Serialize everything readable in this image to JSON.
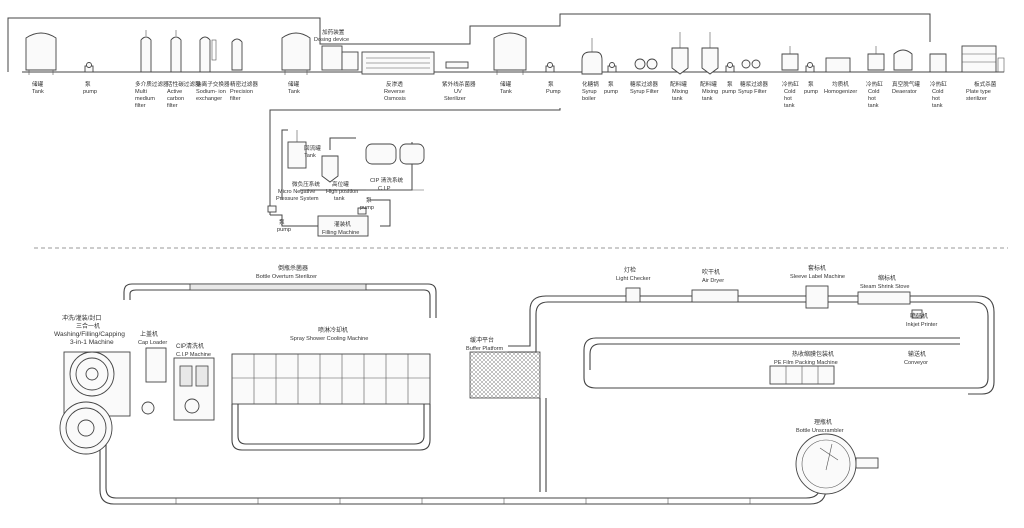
{
  "upper": {
    "equipment": [
      {
        "id": "tank1",
        "cn": "储罐",
        "en": [
          "Tank"
        ]
      },
      {
        "id": "pump1",
        "cn": "泵",
        "en": [
          "pump"
        ]
      },
      {
        "id": "mmf",
        "cn": "多介质过滤器",
        "en": [
          "Multi",
          "medium",
          "filter"
        ]
      },
      {
        "id": "acf",
        "cn": "活性碳过滤器",
        "en": [
          "Active",
          "carbon",
          "filter"
        ]
      },
      {
        "id": "sie",
        "cn": "钠离子交换器",
        "en": [
          "Sodium- ion",
          "exchanger"
        ]
      },
      {
        "id": "pf",
        "cn": "精密过滤器",
        "en": [
          "Precision",
          "filter"
        ]
      },
      {
        "id": "tank2",
        "cn": "储罐",
        "en": [
          "Tank"
        ]
      },
      {
        "id": "dosing",
        "cn": "加药装置",
        "en": [
          "Dosing device"
        ]
      },
      {
        "id": "ro",
        "cn": "反渗透",
        "en": [
          "Reverse",
          "Osmosis"
        ]
      },
      {
        "id": "uv",
        "cn": "紫外线杀菌器",
        "en": [
          "UV",
          "Sterilizer"
        ]
      },
      {
        "id": "tank3",
        "cn": "储罐",
        "en": [
          "Tank"
        ]
      },
      {
        "id": "pump2",
        "cn": "泵",
        "en": [
          "Pump"
        ]
      },
      {
        "id": "sboiler",
        "cn": "化糖锅",
        "en": [
          "Syrup",
          "boiler"
        ]
      },
      {
        "id": "spump",
        "cn": "泵",
        "en": [
          "pump"
        ]
      },
      {
        "id": "sfilter1",
        "cn": "糖浆过滤器",
        "en": [
          "Syrup Filter"
        ]
      },
      {
        "id": "mix1",
        "cn": "配料罐",
        "en": [
          "Mixing",
          "tank"
        ]
      },
      {
        "id": "mix2",
        "cn": "配料罐",
        "en": [
          "Mixing",
          "tank"
        ]
      },
      {
        "id": "pump3",
        "cn": "泵",
        "en": [
          "pump"
        ]
      },
      {
        "id": "sfilter2",
        "cn": "糖浆过滤器",
        "en": [
          "Syrup Filter"
        ]
      },
      {
        "id": "cht1",
        "cn": "冷热缸",
        "en": [
          "Cold",
          "hot",
          "tank"
        ]
      },
      {
        "id": "pump4",
        "cn": "泵",
        "en": [
          "pump"
        ]
      },
      {
        "id": "homog",
        "cn": "均质机",
        "en": [
          "Homogenizer"
        ]
      },
      {
        "id": "cht2",
        "cn": "冷热缸",
        "en": [
          "Cold",
          "hot",
          "tank"
        ]
      },
      {
        "id": "deaer",
        "cn": "真空脱气罐",
        "en": [
          "Deaerator"
        ]
      },
      {
        "id": "cht3",
        "cn": "冷热缸",
        "en": [
          "Cold",
          "hot",
          "tank"
        ]
      },
      {
        "id": "plate",
        "cn": "板式杀菌",
        "en": [
          "Plate type",
          "sterilizer"
        ]
      }
    ],
    "filling": {
      "return_tank": {
        "cn": "回流罐",
        "en": "Tank"
      },
      "mnps": {
        "cn": "微负压系统",
        "en": [
          "Micro Negative",
          "Pressure System"
        ]
      },
      "high_tank": {
        "cn": "高位罐",
        "en": [
          "High position",
          "tank"
        ]
      },
      "cip": {
        "cn": "CIP 清洗系统",
        "en": "C.I.P"
      },
      "pump_a": {
        "cn": "泵",
        "en": "pump"
      },
      "pump_b": {
        "cn": "泵",
        "en": "pump"
      },
      "filler": {
        "cn": "灌装机",
        "en": "Filling Machine"
      }
    }
  },
  "lower": {
    "triblock": {
      "cn": "冲洗/灌装/封口",
      "cn2": "三合一机",
      "en": [
        "Washing/Filling/Capping",
        "3-in-1 Machine"
      ]
    },
    "cap_loader": {
      "cn": "上盖机",
      "en": "Cap Loader"
    },
    "cip": {
      "cn": "CIP清洗机",
      "en": "C.I.P Machine"
    },
    "overturn": {
      "cn": "倒瓶杀菌器",
      "en": "Bottle Overturn Sterilizer"
    },
    "spray": {
      "cn": "喷淋冷却机",
      "en": "Spray Shower Cooling Machine"
    },
    "buffer": {
      "cn": "缓冲平台",
      "en": "Buffer Platform"
    },
    "light": {
      "cn": "灯检",
      "en": "Light Checker"
    },
    "dryer": {
      "cn": "吹干机",
      "en": "Air Dryer"
    },
    "sleeve": {
      "cn": "套标机",
      "en": "Sleeve Label Machine"
    },
    "shrink": {
      "cn": "缩标机",
      "en": "Steam Shrink Stove"
    },
    "inkjet": {
      "cn": "喷码机",
      "en": "Inkjet Printer"
    },
    "pe": {
      "cn": "热收缩膜包装机",
      "en": "PE Film Packing Machine"
    },
    "conveyor": {
      "cn": "输送机",
      "en": "Conveyor"
    },
    "unscrambler": {
      "cn": "理瓶机",
      "en": "Bottle Unscrambler"
    }
  }
}
